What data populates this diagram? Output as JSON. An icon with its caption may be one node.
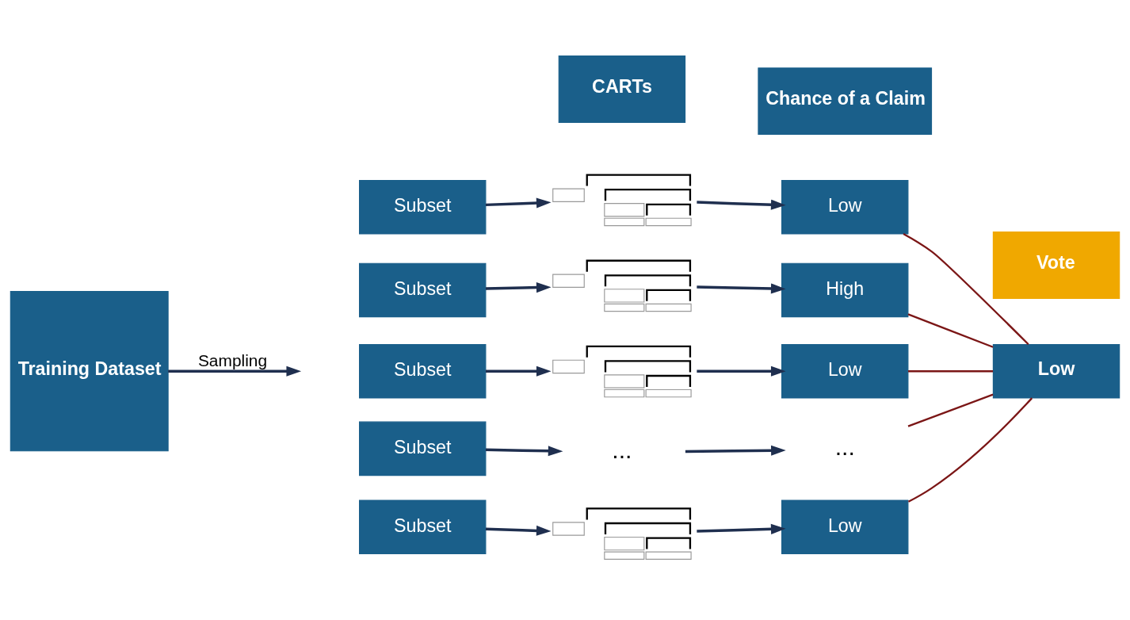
{
  "diagram": {
    "nodes": [
      {
        "text": [
          "CARTs"
        ]
      },
      {
        "text": [
          "Chance of a Claim"
        ]
      },
      {
        "text": [
          "Vote"
        ]
      },
      {
        "text": [
          "Training Dataset"
        ]
      },
      {
        "text": [
          "Subset"
        ]
      },
      {
        "text": [],
        "shape": "picture"
      },
      {
        "text": [
          "Low"
        ]
      },
      {
        "text": [
          "Subset"
        ]
      },
      {
        "text": [],
        "shape": "picture"
      },
      {
        "text": [
          "High"
        ]
      },
      {
        "text": [
          "Subset"
        ]
      },
      {
        "text": [],
        "shape": "picture"
      },
      {
        "text": [
          "Low"
        ]
      },
      {
        "text": [
          "Subset"
        ]
      },
      {
        "text": [
          "..."
        ]
      },
      {
        "text": [
          "..."
        ]
      },
      {
        "text": [
          "Subset"
        ]
      },
      {
        "text": [],
        "shape": "picture"
      },
      {
        "text": [
          "Low"
        ]
      },
      {
        "text": [
          "Low"
        ]
      }
    ],
    "edges": [
      {
        "from": 3,
        "to": null,
        "arrow": "to",
        "label": "Sampling"
      },
      {
        "from": 4,
        "to": 5,
        "arrow": "to"
      },
      {
        "from": 5,
        "to": 6,
        "arrow": "to"
      },
      {
        "from": 7,
        "to": 8,
        "arrow": "to"
      },
      {
        "from": 8,
        "to": 9,
        "arrow": "to"
      },
      {
        "from": 10,
        "to": 11,
        "arrow": "to"
      },
      {
        "from": 11,
        "to": 12,
        "arrow": "to"
      },
      {
        "from": 13,
        "to": 14,
        "arrow": "to"
      },
      {
        "from": 14,
        "to": 15,
        "arrow": "to"
      },
      {
        "from": 16,
        "to": 17,
        "arrow": "to"
      },
      {
        "from": 17,
        "to": 18,
        "arrow": "to"
      },
      {
        "from": 6,
        "to": 19,
        "arrow": "none",
        "color": "#7b1616"
      },
      {
        "from": 9,
        "to": 19,
        "arrow": "none",
        "color": "#7b1616"
      },
      {
        "from": 12,
        "to": 19,
        "arrow": "none",
        "color": "#7b1616"
      },
      {
        "from": 15,
        "to": 19,
        "arrow": "none",
        "color": "#7b1616"
      },
      {
        "from": 18,
        "to": 19,
        "arrow": "none",
        "color": "#7b1616"
      }
    ]
  }
}
